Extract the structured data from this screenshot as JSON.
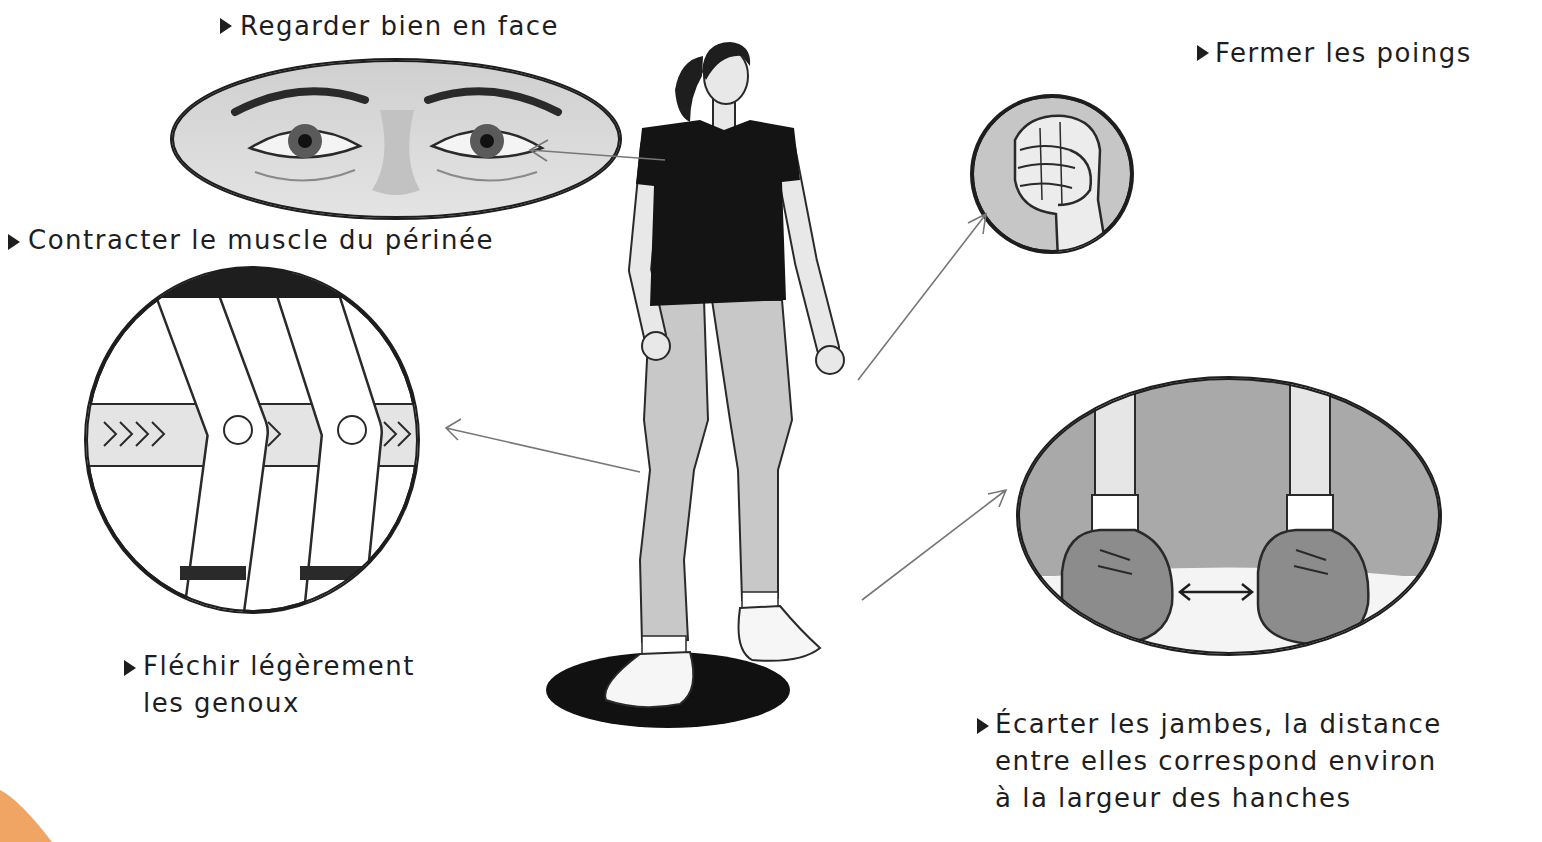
{
  "diagram": {
    "nodes": [
      {
        "text": [
          "Regarder bien en face"
        ]
      },
      {
        "text": [
          "Fermer les poings"
        ]
      },
      {
        "text": [
          "Contracter le muscle du périnée",
          "Fléchir légèrement les genoux"
        ]
      },
      {
        "text": [
          "Écarter les jambes, la distance entre elles correspond environ à la largeur des hanches"
        ]
      }
    ]
  }
}
